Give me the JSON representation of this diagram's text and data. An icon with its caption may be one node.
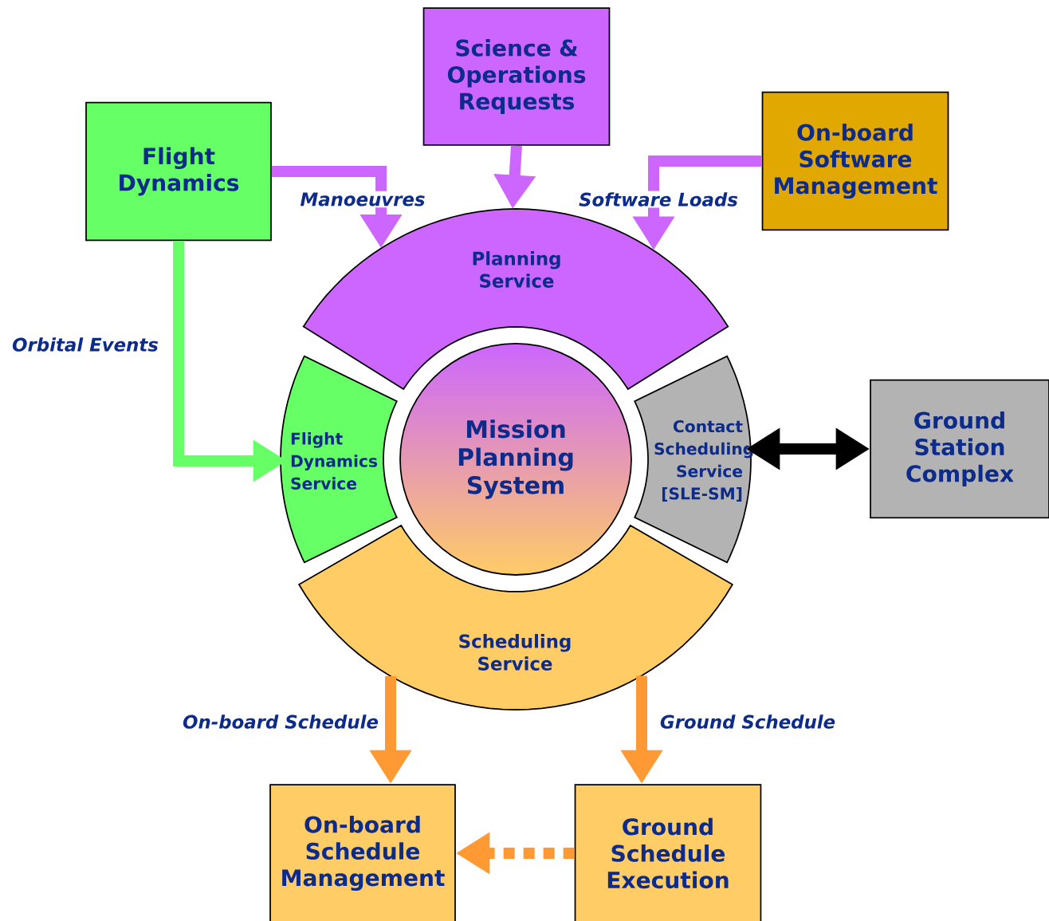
{
  "diagram": {
    "nodes": [
      {
        "text": [
          "Science & Operations Requests"
        ]
      },
      {
        "text": [
          "Flight Dynamics"
        ]
      },
      {
        "text": [
          "On-board Software Management"
        ]
      },
      {
        "text": [
          "Planning Service"
        ]
      },
      {
        "text": [
          "Flight Dynamics Service"
        ]
      },
      {
        "text": [
          "Mission Planning System"
        ]
      },
      {
        "text": [
          "Contact Scheduling Service [SLE-SM]"
        ]
      },
      {
        "text": [
          "Ground Station Complex"
        ]
      },
      {
        "text": [
          "Scheduling Service"
        ]
      },
      {
        "text": [
          "On-board Schedule Management"
        ]
      },
      {
        "text": [
          "Ground Schedule Execution"
        ]
      }
    ],
    "edges": [
      {
        "from": 1,
        "to": 3,
        "arrow": "to",
        "label": "Manoeuvres",
        "color": "#cc66ff"
      },
      {
        "from": 0,
        "to": 3,
        "arrow": "to",
        "color": "#cc66ff"
      },
      {
        "from": 2,
        "to": 3,
        "arrow": "to",
        "label": "Software Loads",
        "color": "#cc66ff"
      },
      {
        "from": 1,
        "to": 4,
        "arrow": "to",
        "label": "Orbital Events",
        "color": "#66ff66"
      },
      {
        "from": 6,
        "to": 7,
        "arrow": "both",
        "color": "#000000"
      },
      {
        "from": 8,
        "to": 9,
        "arrow": "to",
        "label": "On-board Schedule",
        "color": "#ff9933"
      },
      {
        "from": 8,
        "to": 10,
        "arrow": "to",
        "label": "Ground Schedule",
        "color": "#ff9933"
      },
      {
        "from": 10,
        "to": 9,
        "arrow": "to",
        "style": "dashed",
        "color": "#ff9933"
      }
    ]
  }
}
